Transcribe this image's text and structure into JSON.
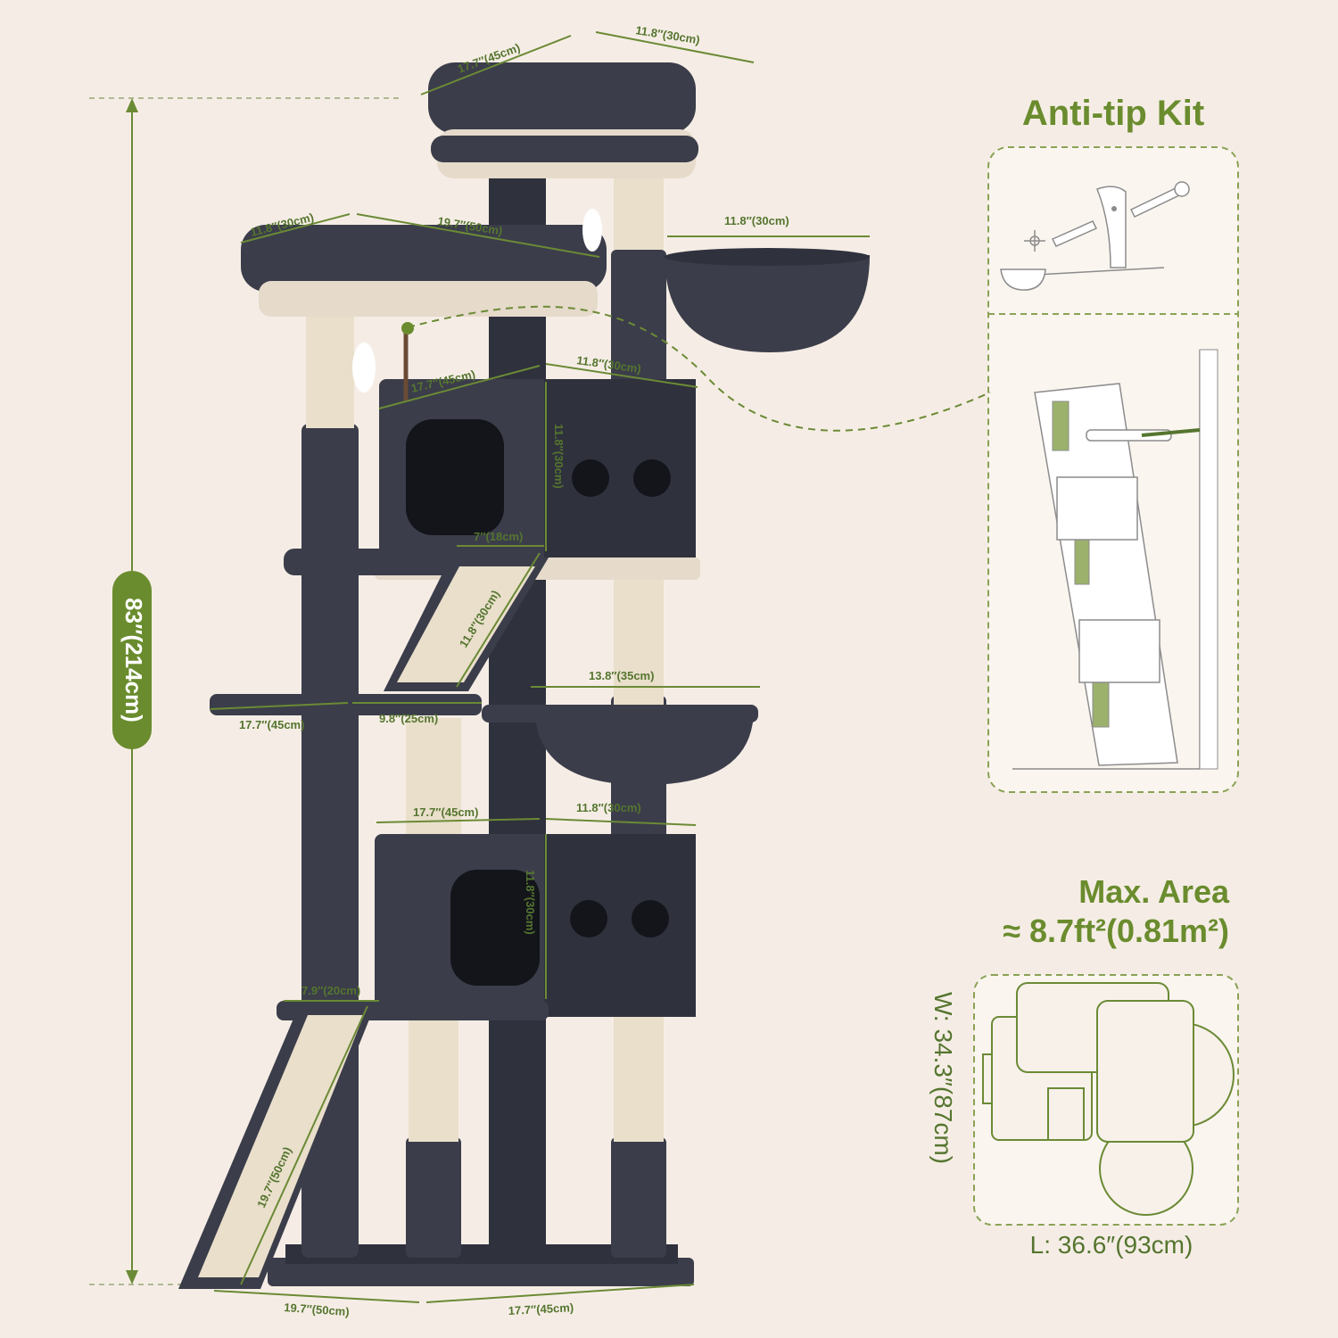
{
  "colors": {
    "background": "#f5ede5",
    "accent": "#6a8c2e",
    "fur": "#3b3d4a",
    "sisal": "#e9dfcb"
  },
  "anti_tip": {
    "title": "Anti-tip Kit"
  },
  "area": {
    "line1": "Max. Area",
    "line2": "≈ 8.7ft²(0.81m²)",
    "width_label": "W: 34.3″(87cm)",
    "length_label": "L: 36.6″(93cm)"
  },
  "height": {
    "label": "83″(214cm)"
  },
  "dims": {
    "top_w": "17.7″(45cm)",
    "top_d": "11.8″(30cm)",
    "p2_d": "11.8″(30cm)",
    "p2_w": "19.7″(50cm)",
    "hammock_top": "11.8″(30cm)",
    "cube1_w": "17.7″(45cm)",
    "cube1_d": "11.8″(30cm)",
    "cube1_h": "11.8″(30cm)",
    "step1": "7″(18cm)",
    "ramp1": "11.8″(30cm)",
    "hammock_low": "13.8″(35cm)",
    "side_w": "17.7″(45cm)",
    "side_d": "9.8″(25cm)",
    "cube2_w": "17.7″(45cm)",
    "cube2_d": "11.8″(30cm)",
    "cube2_h": "11.8″(30cm)",
    "step2": "7.9″(20cm)",
    "ramp2": "19.7″(50cm)",
    "base_d": "19.7″(50cm)",
    "base_w": "17.7″(45cm)"
  }
}
